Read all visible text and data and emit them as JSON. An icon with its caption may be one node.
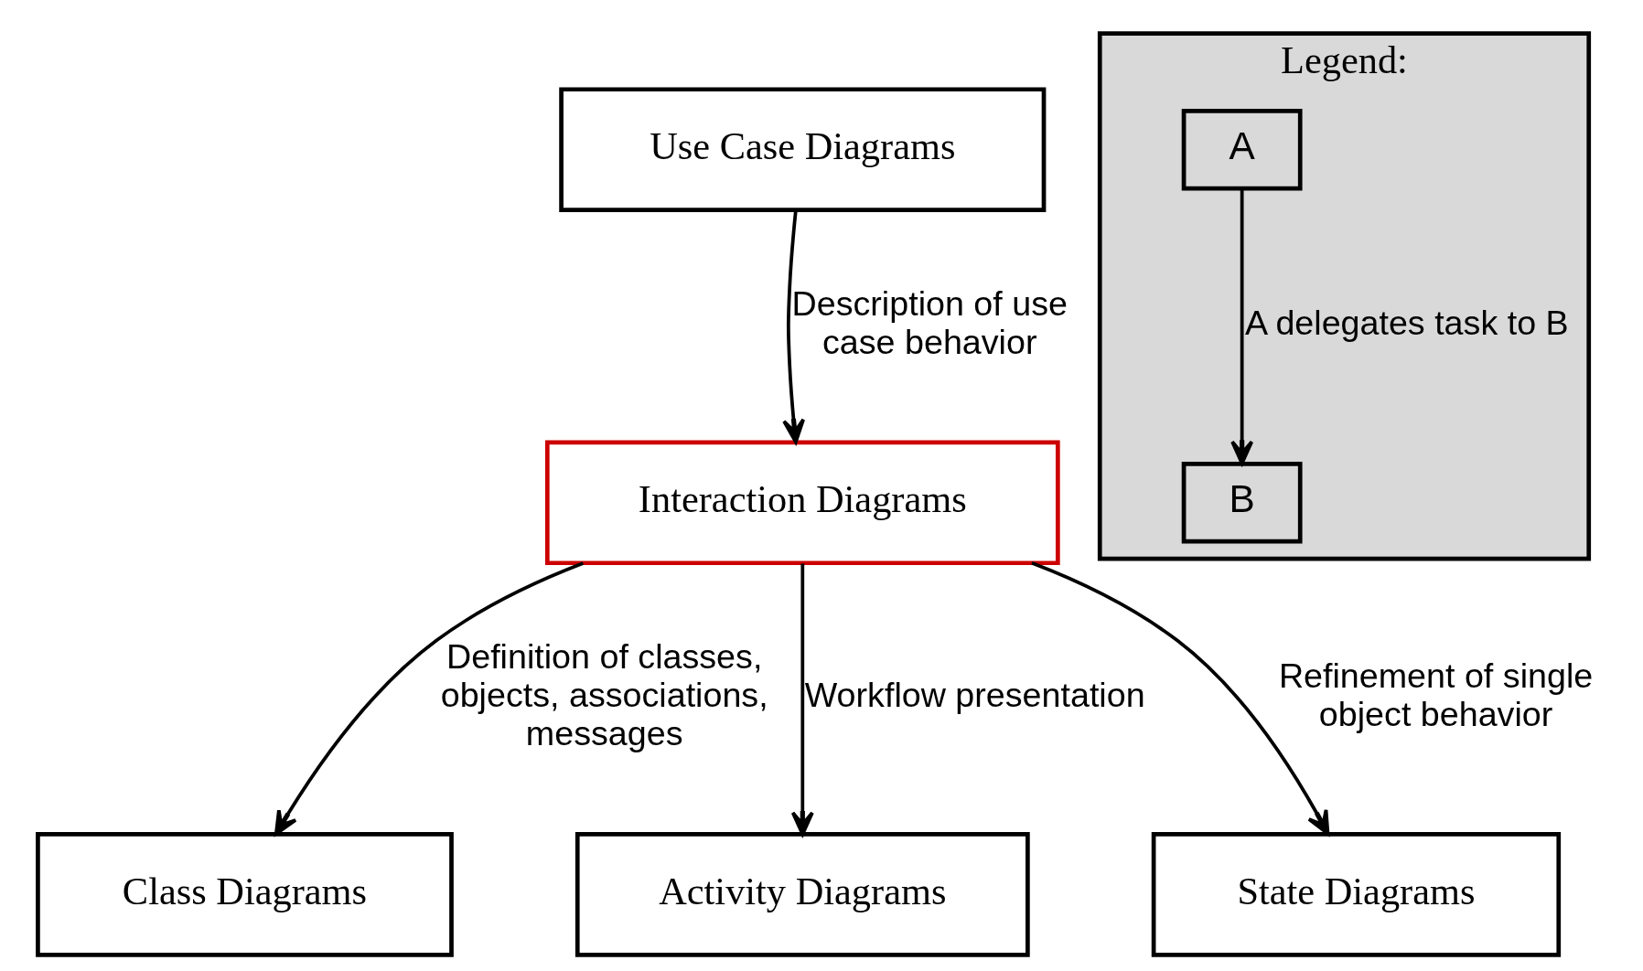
{
  "diagram": {
    "nodes": [
      {
        "text": [
          "Use Case Diagrams"
        ]
      },
      {
        "text": [
          "Interaction Diagrams"
        ]
      },
      {
        "text": [
          "Class Diagrams"
        ]
      },
      {
        "text": [
          "Activity Diagrams"
        ]
      },
      {
        "text": [
          "State Diagrams"
        ]
      },
      {
        "text": [
          "Legend:"
        ]
      },
      {
        "text": [
          "A"
        ],
        "in": 5
      },
      {
        "text": [
          "B"
        ],
        "in": 5
      }
    ],
    "edges": [
      {
        "from": 0,
        "to": 1,
        "arrow": "to",
        "label": "Description of use case behavior"
      },
      {
        "from": 1,
        "to": 2,
        "arrow": "to",
        "label": "Definition of classes, objects, associations, messages"
      },
      {
        "from": 1,
        "to": 3,
        "arrow": "to",
        "label": "Workflow presentation"
      },
      {
        "from": 1,
        "to": 4,
        "arrow": "to",
        "label": "Refinement of single object behavior"
      },
      {
        "from": 6,
        "to": 7,
        "arrow": "to",
        "label": "A delegates task to B"
      }
    ]
  }
}
